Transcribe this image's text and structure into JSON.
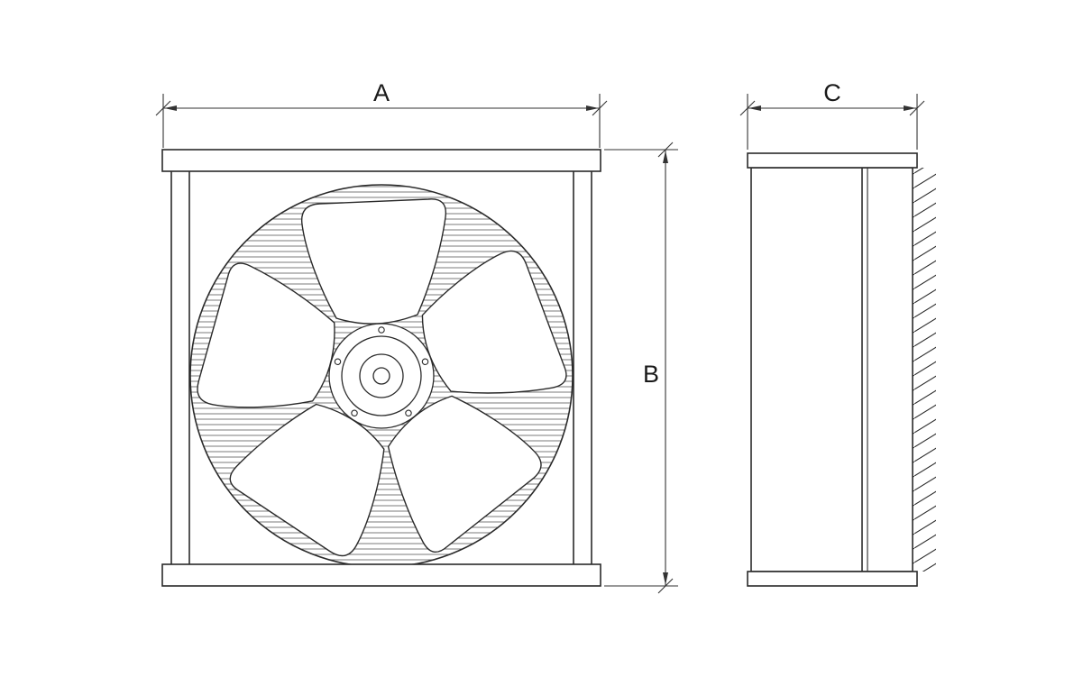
{
  "diagram": {
    "dimension_labels": {
      "a": "A",
      "b": "B",
      "c": "C"
    },
    "colors": {
      "line": "#2a2a2a",
      "grille": "#5a5a5a",
      "background": "#ffffff"
    }
  }
}
